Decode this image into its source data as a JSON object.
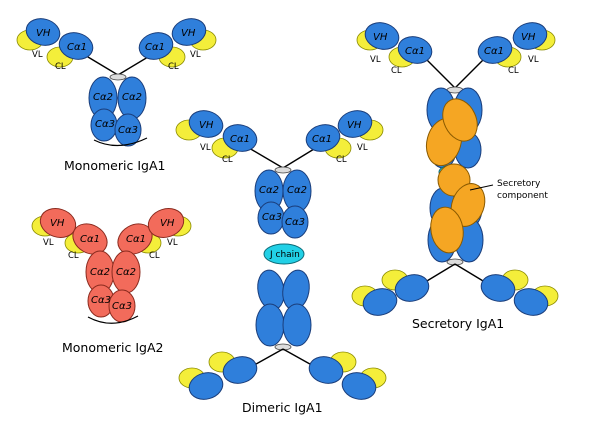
{
  "colors": {
    "blue": "#2f7fdb",
    "yellow": "#f4ee3a",
    "red": "#f26b5b",
    "orange": "#f5a623",
    "cyan": "#22d0e6",
    "stroke": "#1a3d7a"
  },
  "labels": {
    "vh": "VH",
    "vl": "VL",
    "cl": "CL",
    "ca1": "Cα1",
    "ca2": "Cα2",
    "ca3": "Cα3"
  },
  "molecules": {
    "monomeric_iga1": "Monomeric IgA1",
    "monomeric_iga2": "Monomeric IgA2",
    "dimeric_iga1": "Dimeric IgA1",
    "secretory_iga1": "Secretory IgA1"
  },
  "annotations": {
    "j_chain": "J chain",
    "secretory_component_line1": "Secretory",
    "secretory_component_line2": "component"
  }
}
